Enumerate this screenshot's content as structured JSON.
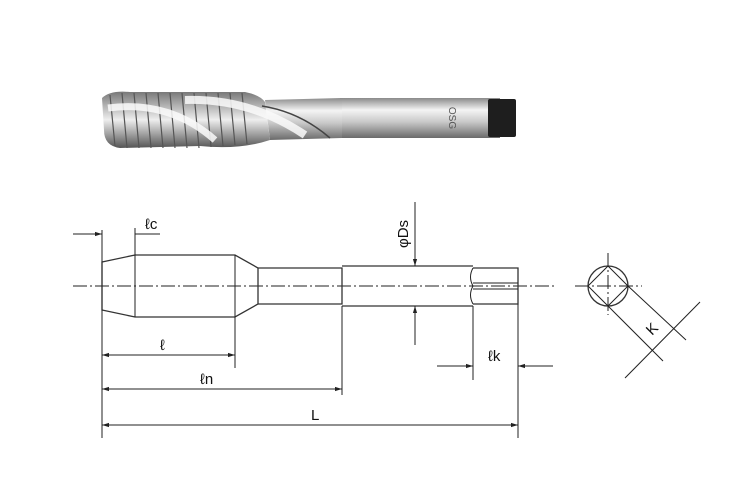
{
  "photo": {
    "logo_text": "OSG"
  },
  "drawing": {
    "labels": {
      "lc": "ℓc",
      "ds": "φDs",
      "l": "ℓ",
      "ln": "ℓn",
      "L": "L",
      "lk": "ℓk",
      "K": "K"
    }
  }
}
